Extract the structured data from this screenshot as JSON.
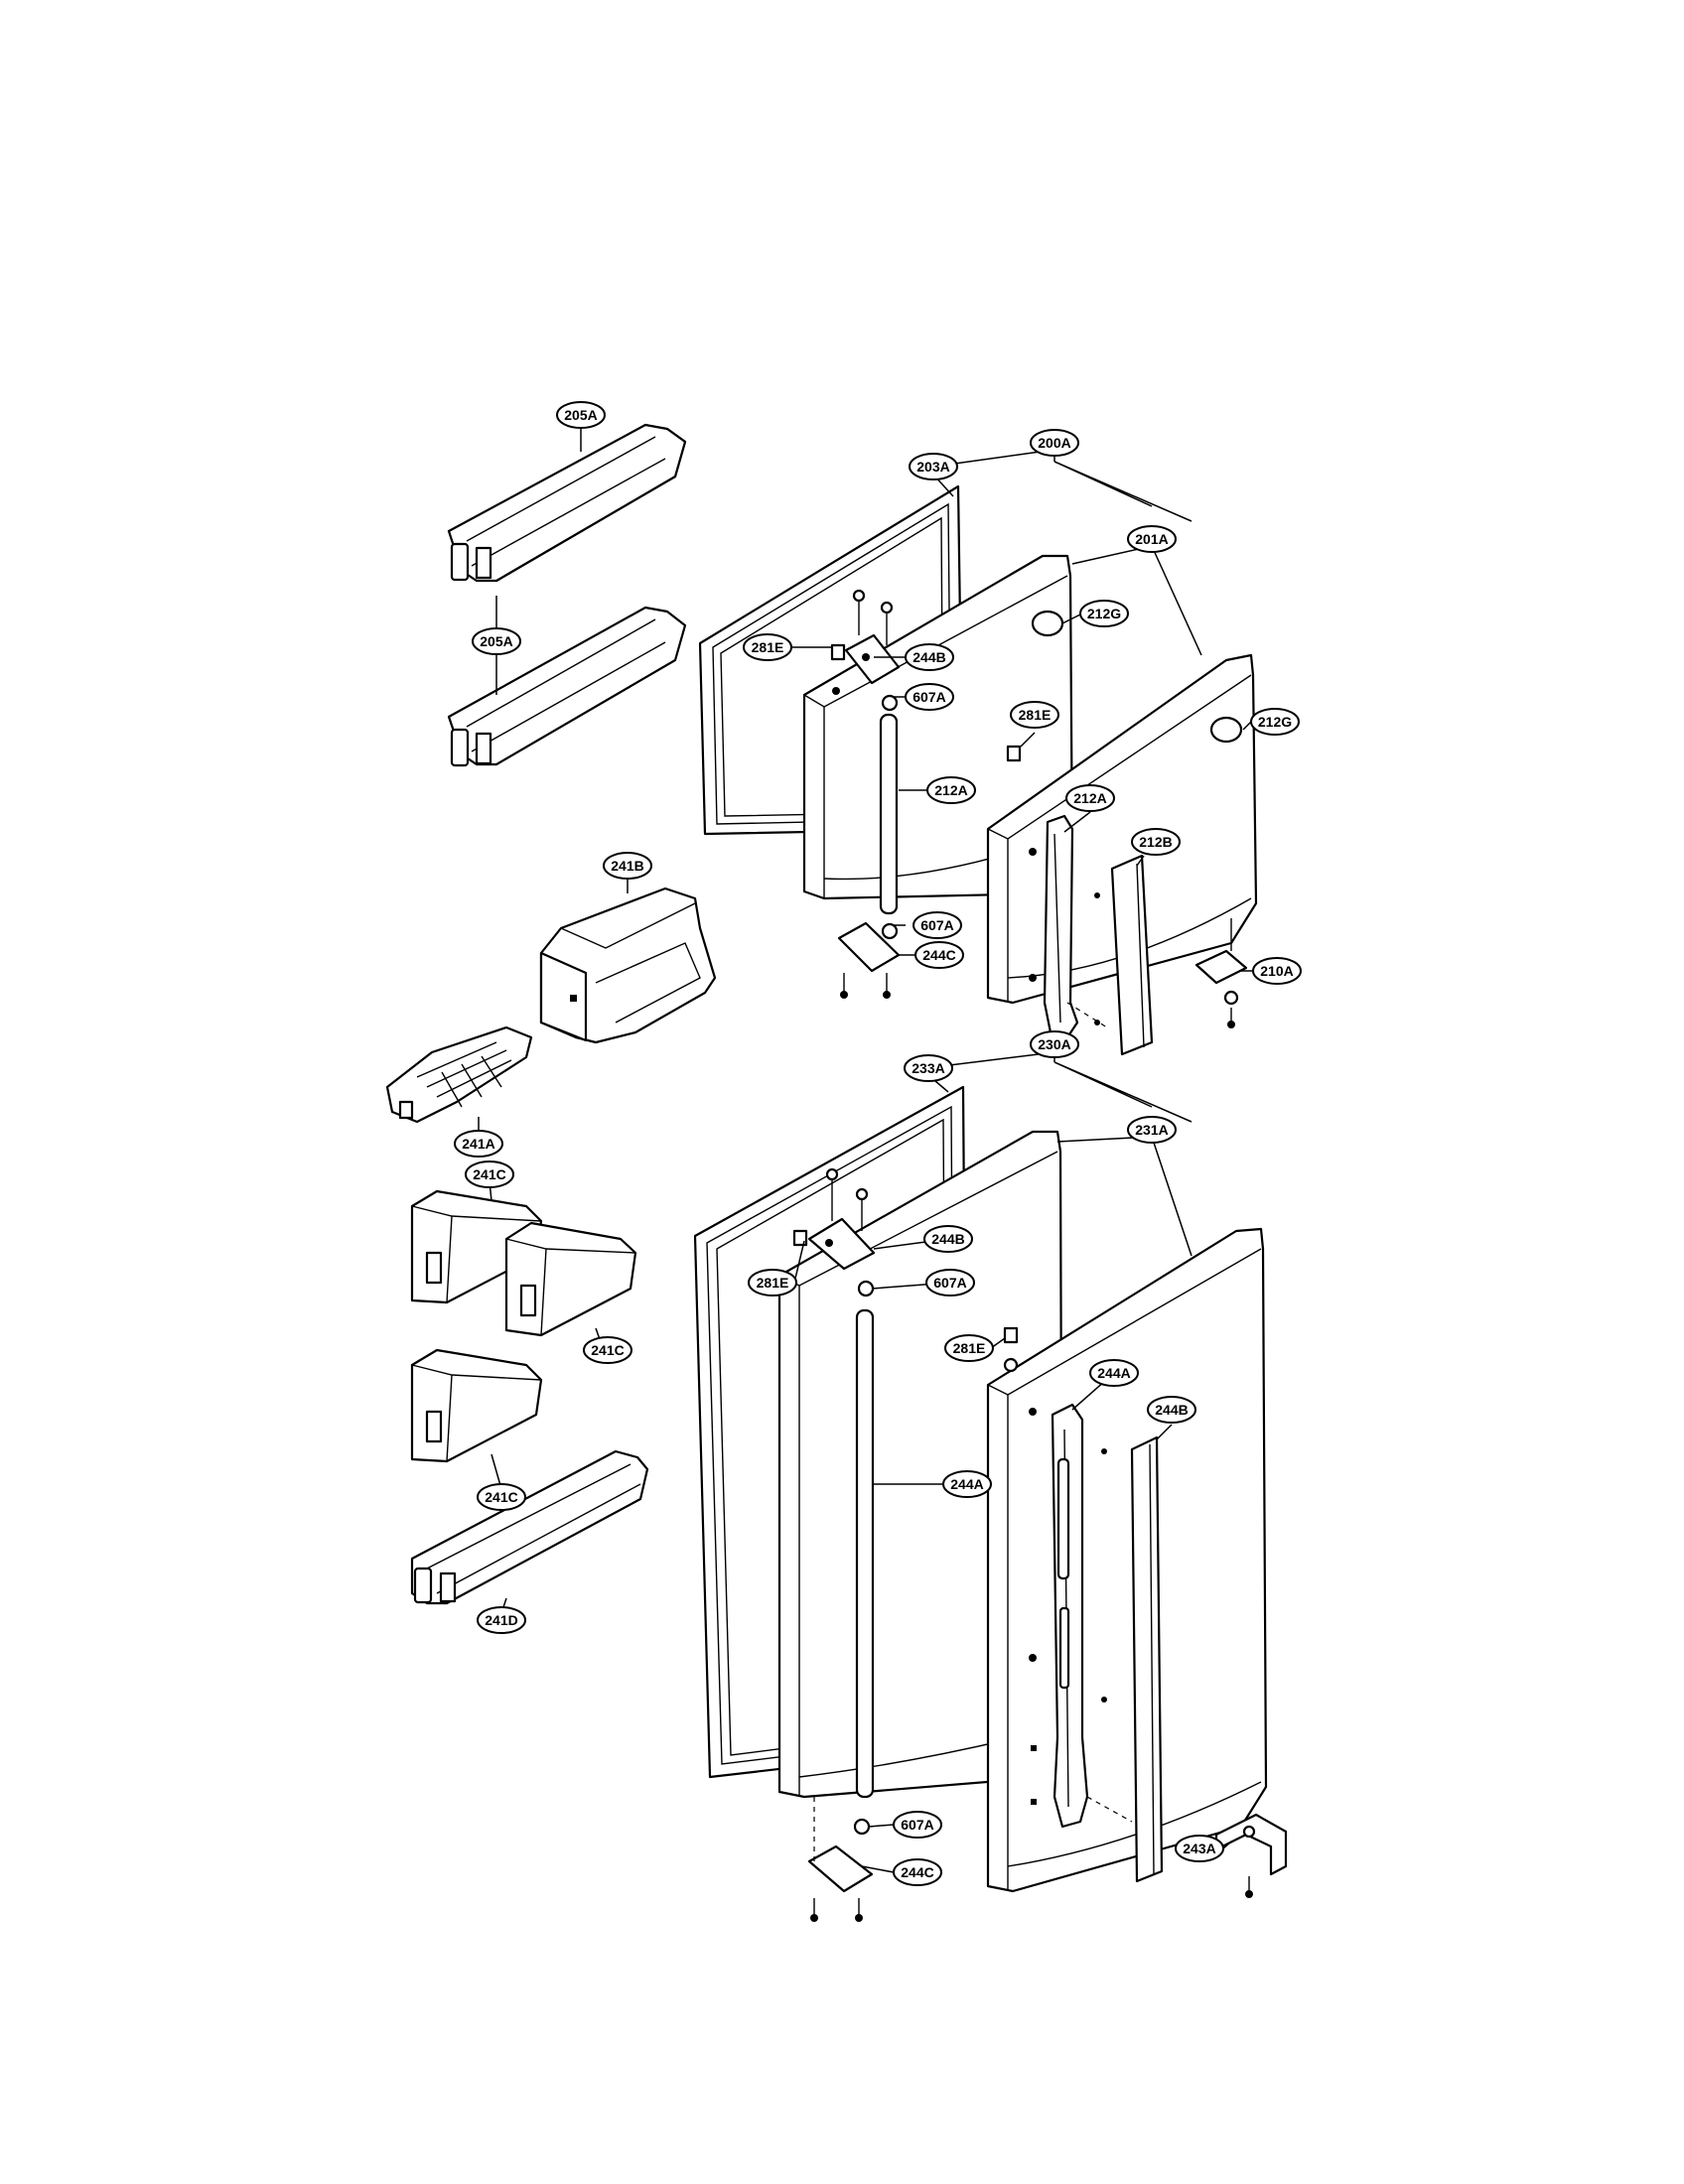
{
  "callouts": [
    {
      "id": "c1",
      "label": "205A"
    },
    {
      "id": "c2",
      "label": "205A"
    },
    {
      "id": "c3",
      "label": "200A"
    },
    {
      "id": "c4",
      "label": "203A"
    },
    {
      "id": "c5",
      "label": "201A"
    },
    {
      "id": "c6",
      "label": "212G"
    },
    {
      "id": "c7",
      "label": "281E"
    },
    {
      "id": "c8",
      "label": "244B"
    },
    {
      "id": "c9",
      "label": "607A"
    },
    {
      "id": "c10",
      "label": "281E"
    },
    {
      "id": "c11",
      "label": "212G"
    },
    {
      "id": "c12",
      "label": "212A"
    },
    {
      "id": "c13",
      "label": "212A"
    },
    {
      "id": "c14",
      "label": "212B"
    },
    {
      "id": "c15",
      "label": "241B"
    },
    {
      "id": "c16",
      "label": "607A"
    },
    {
      "id": "c17",
      "label": "244C"
    },
    {
      "id": "c18",
      "label": "210A"
    },
    {
      "id": "c19",
      "label": "230A"
    },
    {
      "id": "c20",
      "label": "233A"
    },
    {
      "id": "c21",
      "label": "241A"
    },
    {
      "id": "c22",
      "label": "231A"
    },
    {
      "id": "c23",
      "label": "241C"
    },
    {
      "id": "c24",
      "label": "244B"
    },
    {
      "id": "c25",
      "label": "281E"
    },
    {
      "id": "c26",
      "label": "607A"
    },
    {
      "id": "c27",
      "label": "241C"
    },
    {
      "id": "c28",
      "label": "281E"
    },
    {
      "id": "c29",
      "label": "244A"
    },
    {
      "id": "c30",
      "label": "244B"
    },
    {
      "id": "c31",
      "label": "241C"
    },
    {
      "id": "c32",
      "label": "244A"
    },
    {
      "id": "c33",
      "label": "241D"
    },
    {
      "id": "c34",
      "label": "607A"
    },
    {
      "id": "c35",
      "label": "243A"
    },
    {
      "id": "c36",
      "label": "244C"
    }
  ]
}
